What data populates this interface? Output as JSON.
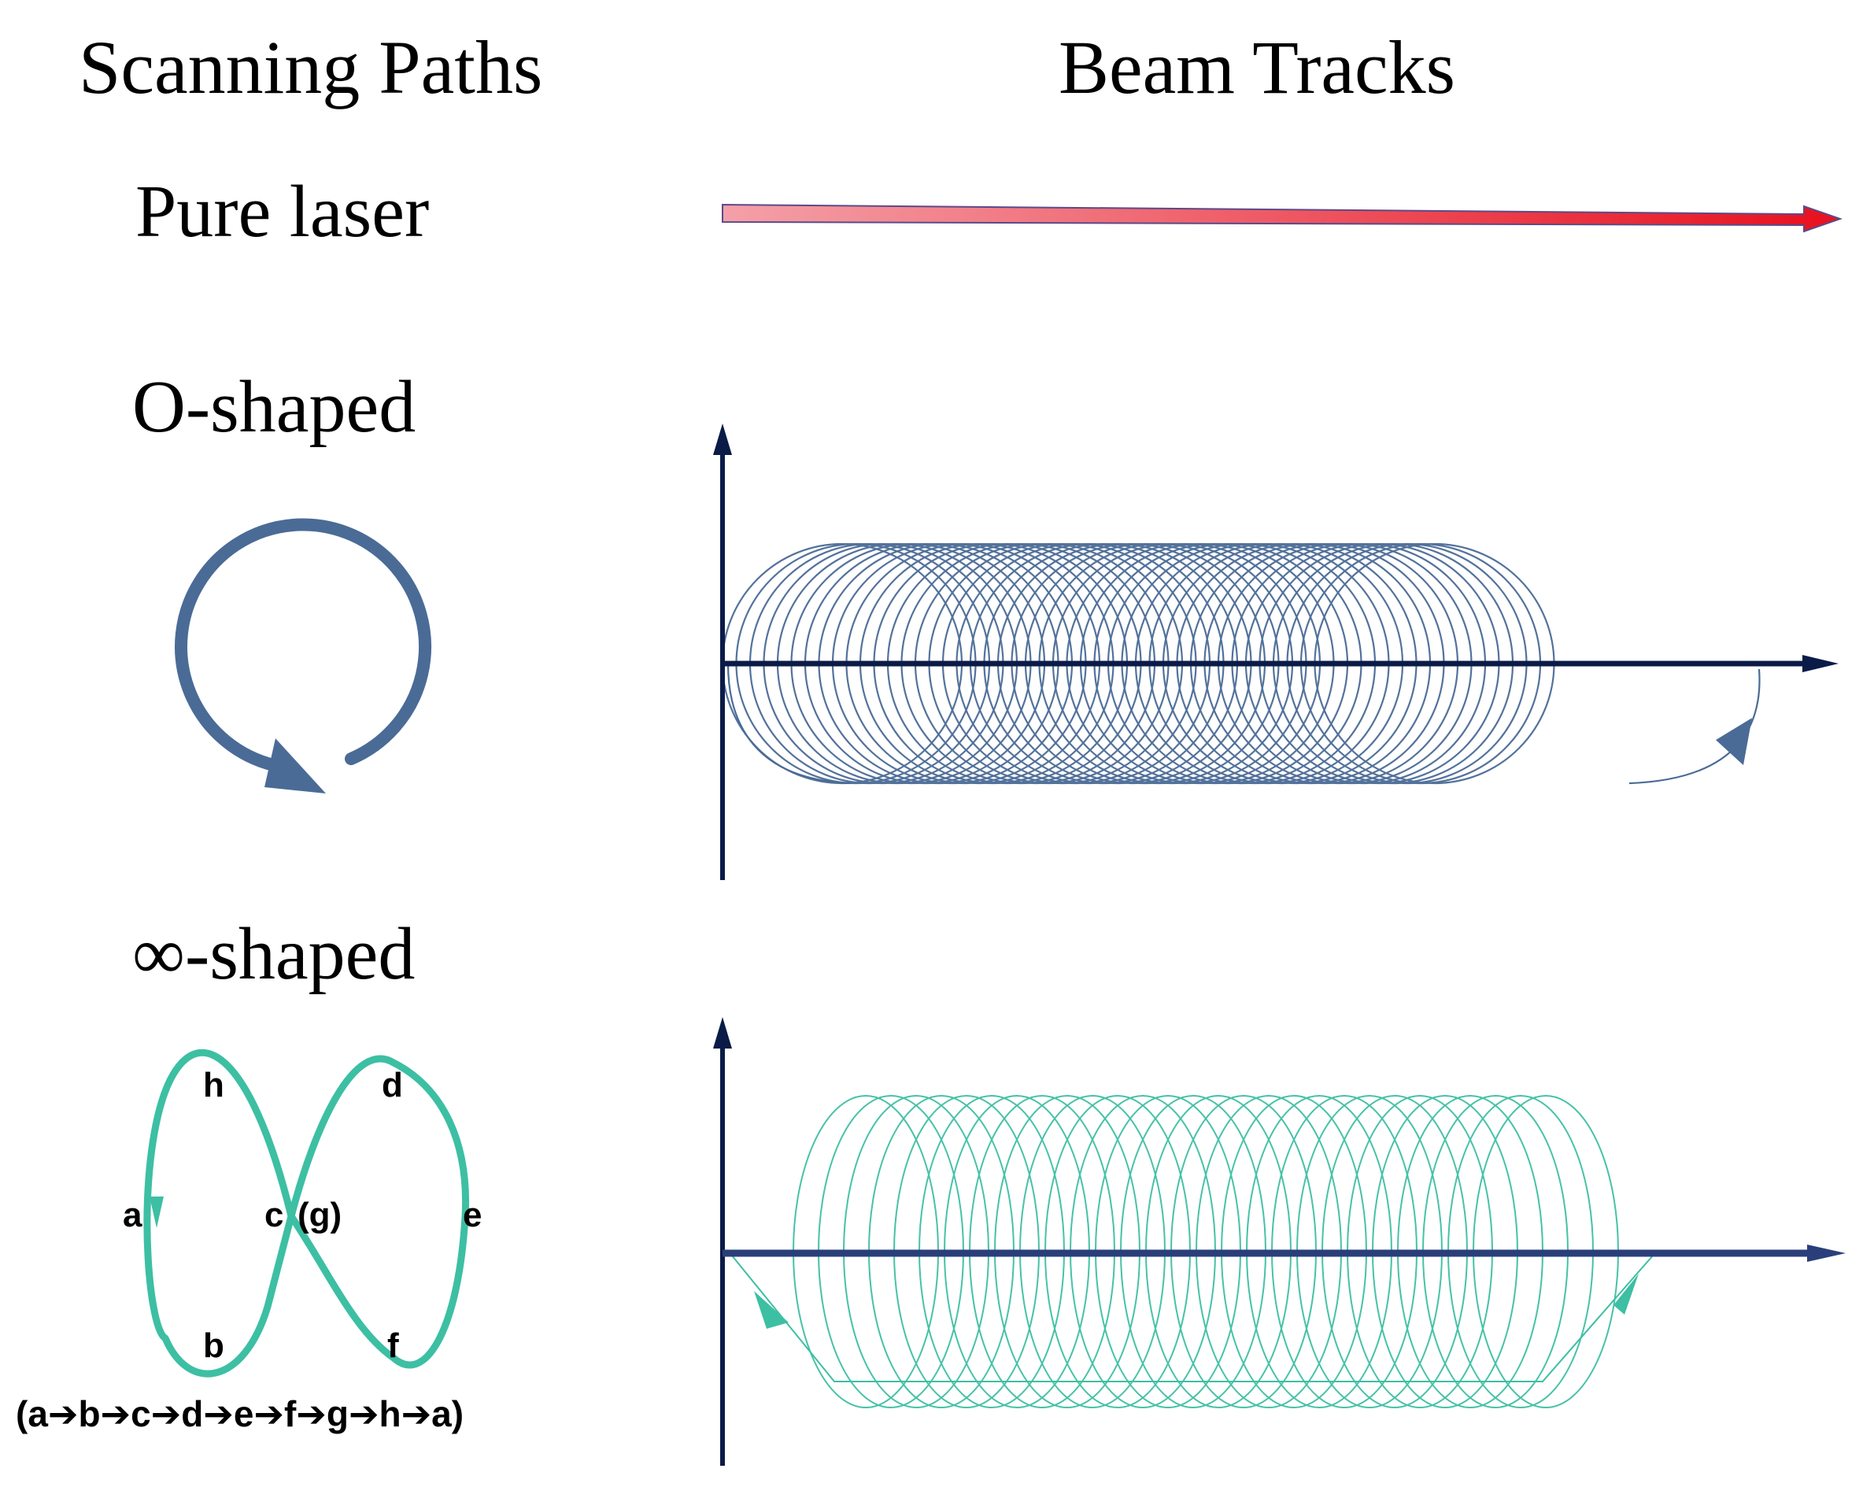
{
  "headings": {
    "left": "Scanning Paths",
    "right": "Beam Tracks"
  },
  "rows": {
    "pure": {
      "label": "Pure laser"
    },
    "o_shaped": {
      "label": "O-shaped"
    },
    "inf_shaped": {
      "label": "∞-shaped"
    }
  },
  "figure8": {
    "points": {
      "a": "a",
      "b": "b",
      "c": "c",
      "g": "(g)",
      "d": "d",
      "e": "e",
      "f": "f",
      "h": "h"
    },
    "sequence": "(a➔b➔c➔d➔e➔f➔g➔h➔a)"
  },
  "colors": {
    "o_path": "#4a6b96",
    "inf_path": "#3dbfa3",
    "axis": "#0b1b47",
    "laser_start": "#f4a0a8",
    "laser_end": "#e8101e"
  },
  "icons": [
    "circle-arrow-icon",
    "figure-eight-icon",
    "laser-arrow-icon"
  ]
}
